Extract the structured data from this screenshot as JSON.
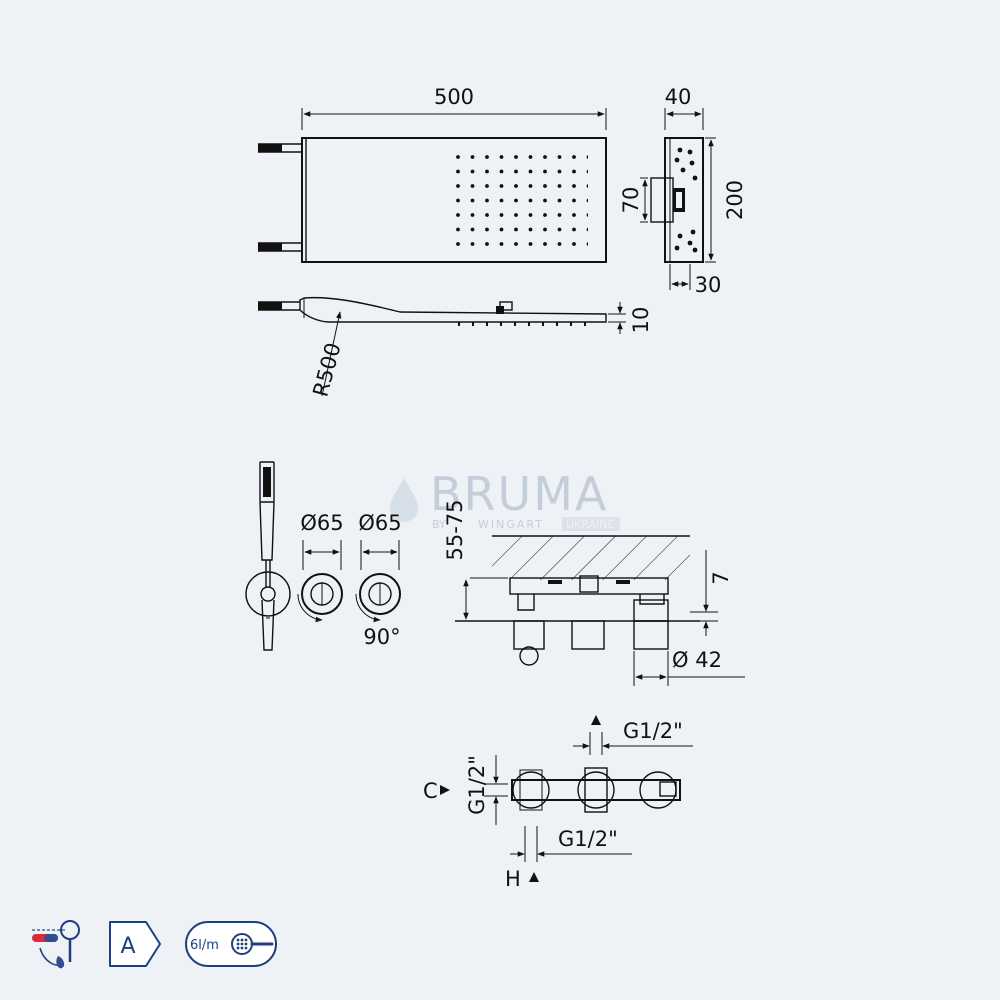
{
  "watermark": {
    "brand": "BRUMA",
    "sub_left": "BY",
    "sub_mid": "WINGART",
    "sub_right": "UKRAINE"
  },
  "dimensions": {
    "width_500": "500",
    "depth_40": "40",
    "height_200": "200",
    "inner_70": "70",
    "depth_30": "30",
    "thickness_10": "10",
    "radius": "R500",
    "dia_65_a": "Ø65",
    "dia_65_b": "Ø65",
    "rotation": "90°",
    "wall_range": "55-75",
    "offset_7": "7",
    "dia_42": "Ø 42",
    "thread_top": "G1/2\"",
    "thread_side": "G1/2\"",
    "thread_bottom": "G1/2\""
  },
  "connections": {
    "cold": "C",
    "hot": "H"
  },
  "badges": {
    "energy_class": "A",
    "flow_rate": "6l/m"
  }
}
